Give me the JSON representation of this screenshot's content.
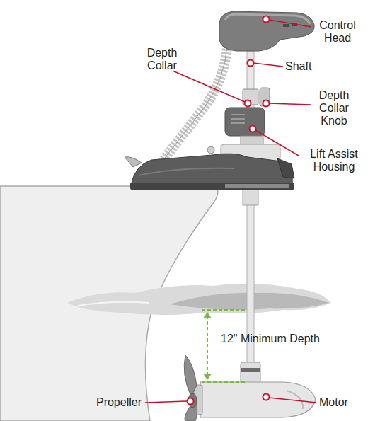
{
  "diagram": {
    "labels": [
      "Control Head",
      "Shaft",
      "Depth Collar",
      "Depth Collar Knob",
      "Lift Assist Housing",
      "12\" Minimum Depth",
      "Propeller",
      "Motor"
    ]
  }
}
